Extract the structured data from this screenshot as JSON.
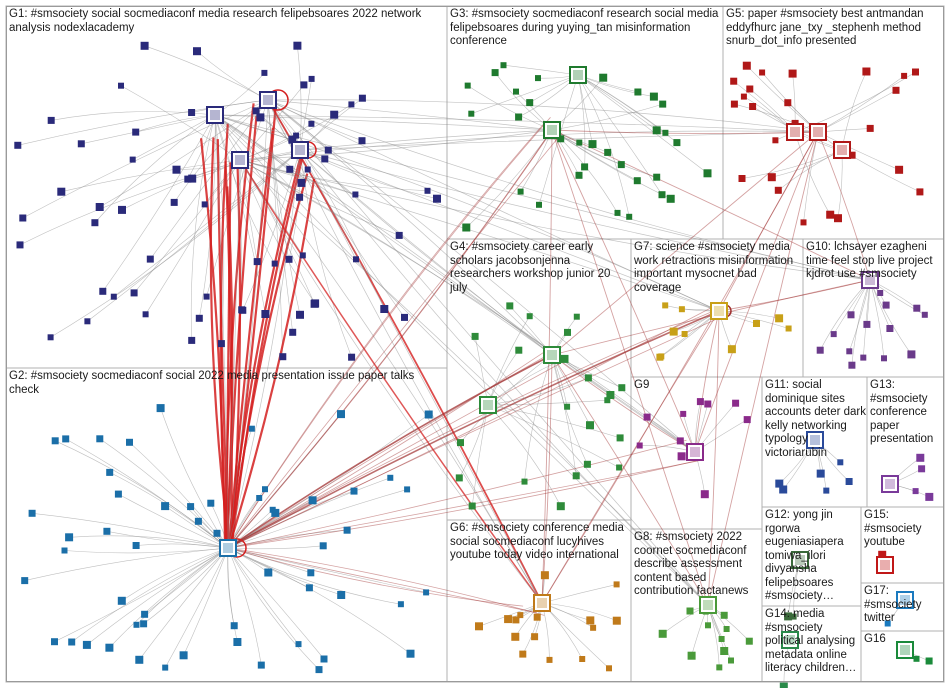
{
  "groups": [
    {
      "id": "G1",
      "label": "G1: #smsociety social socmediaconf media research felipebsoares 2022 network analysis nodexlacademy",
      "color": "#2a2a7a"
    },
    {
      "id": "G2",
      "label": "G2: #smsociety socmediaconf social 2022 media presentation issue paper talks check",
      "color": "#1b6fa8"
    },
    {
      "id": "G3",
      "label": "G3: #smsociety socmediaconf research social media felipebsoares during yuying_tan misinformation conference",
      "color": "#1f7a2e"
    },
    {
      "id": "G4",
      "label": "G4: #smsociety career early scholars jacobsonjenna researchers workshop junior 20 july",
      "color": "#2e8b3a"
    },
    {
      "id": "G5",
      "label": "G5: paper #smsociety best antmandan eddyfhurc jane_txy _stephenh method snurb_dot_info presented",
      "color": "#b01818"
    },
    {
      "id": "G6",
      "label": "G6: #smsociety conference media social socmediaconf lucyhives youtube today video international",
      "color": "#c07a1a"
    },
    {
      "id": "G7",
      "label": "G7: science #smsociety media work retractions misinformation important mysocnet bad coverage",
      "color": "#c8a018"
    },
    {
      "id": "G8",
      "label": "G8: #smsociety 2022 coornet socmediaconf describe assessment content based contribution factanews",
      "color": "#4a9a3a"
    },
    {
      "id": "G9",
      "label": "G9",
      "color": "#8a2a8a"
    },
    {
      "id": "G10",
      "label": "G10: lchsayer ezagheni time feel stop live project kjdrot use #smsociety",
      "color": "#6a3a8a"
    },
    {
      "id": "G11",
      "label": "G11: social dominique sites accounts deter dark kelly networking typology victoriarubin",
      "color": "#2a4a9a"
    },
    {
      "id": "G12",
      "label": "G12: yong jin rgorwa eugeniasiapera tomiwa_ilori divyansha felipebsoares #smsociety…",
      "color": "#3a6a3a"
    },
    {
      "id": "G13",
      "label": "G13: #smsociety conference paper presentation",
      "color": "#7a3a9a"
    },
    {
      "id": "G14",
      "label": "G14: media #smsociety political analysing metadata online literacy children…",
      "color": "#2a8a4a"
    },
    {
      "id": "G15",
      "label": "G15: #smsociety youtube",
      "color": "#c01818"
    },
    {
      "id": "G16",
      "label": "G16",
      "color": "#1a8a3a"
    },
    {
      "id": "G17",
      "label": "G17: #smsociety twitter",
      "color": "#1a7abf"
    }
  ],
  "colors": {
    "edge_gray": "#8a8a8a",
    "edge_red": "#d42020",
    "edge_darkred": "#a03030",
    "box_border": "#b0b0b0"
  }
}
